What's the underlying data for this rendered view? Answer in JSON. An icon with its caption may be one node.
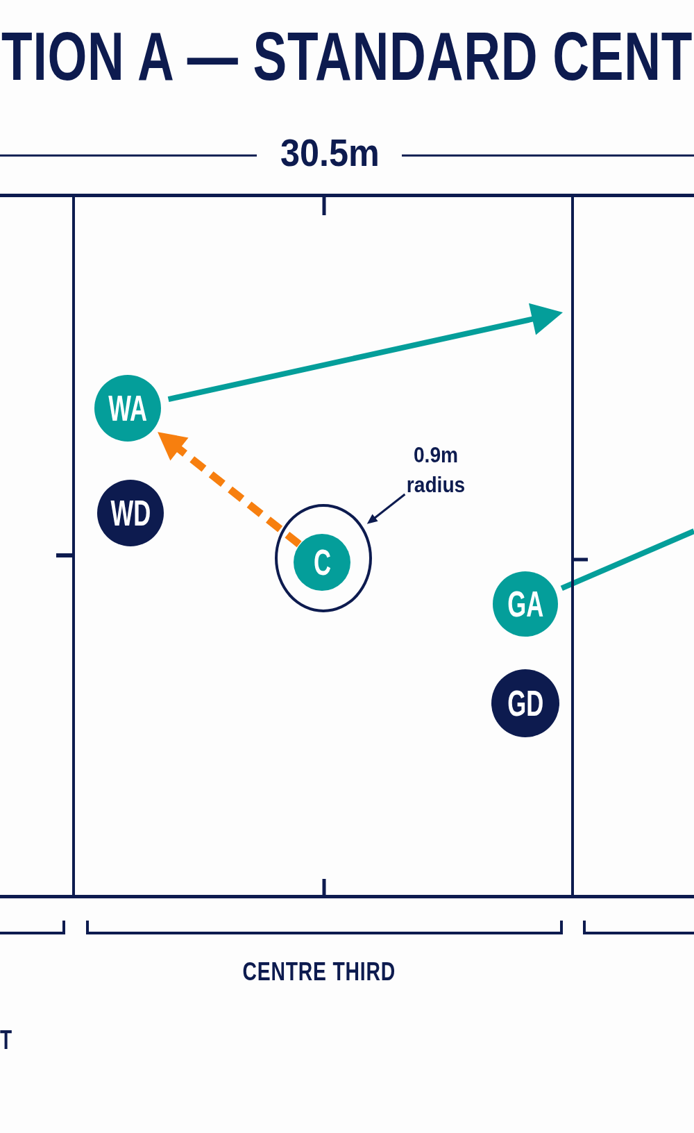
{
  "diagram": {
    "title": "TION A — STANDARD CENT",
    "nodes": [
      {
        "text": [],
        "shape": "box",
        "beside": [
          "CENTRE THIRD"
        ]
      },
      {
        "text": [
          "WA"
        ],
        "in": 0
      },
      {
        "text": [
          "0.9m radius"
        ],
        "in": 0
      },
      {
        "text": [
          "WD"
        ],
        "in": 0
      },
      {
        "text": [],
        "shape": "circle",
        "in": 0
      },
      {
        "text": [
          "C"
        ],
        "in": 4
      },
      {
        "text": [
          "GA"
        ],
        "in": 0
      },
      {
        "text": [
          "GD"
        ],
        "in": 0
      }
    ],
    "edges": [
      {
        "from": 1,
        "to": null,
        "arrow": "to"
      },
      {
        "from": 5,
        "to": 1,
        "arrow": "to",
        "style": "dashed",
        "color": "#f77f0f"
      },
      {
        "from": 2,
        "to": 4,
        "arrow": "to",
        "color": "#0d1b4f"
      },
      {
        "from": 6,
        "to": null,
        "arrow": "none"
      }
    ],
    "labels": [
      "30.5m",
      "T"
    ]
  }
}
